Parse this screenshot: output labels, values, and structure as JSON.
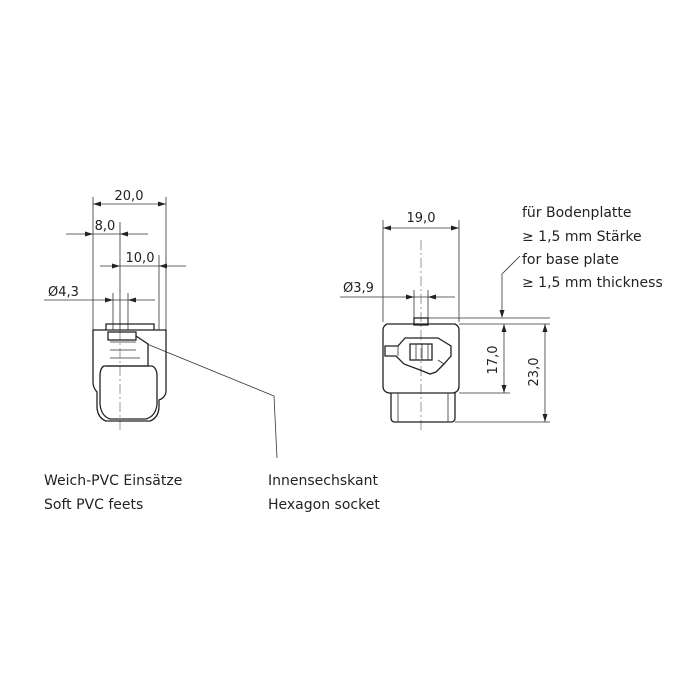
{
  "left_view": {
    "dim_overall": "20,0",
    "dim_a": "8,0",
    "dim_b": "10,0",
    "dim_hole": "Ø4,3"
  },
  "right_view": {
    "dim_overall": "19,0",
    "dim_hole": "Ø3,9",
    "dim_h1": "17,0",
    "dim_h2": "23,0"
  },
  "captions": {
    "pvc_de": "Weich-PVC Einsätze",
    "pvc_en": "Soft PVC feets",
    "socket_de": "Innensechskant",
    "socket_en": "Hexagon socket",
    "note_1": "für Bodenplatte",
    "note_2": "≥ 1,5 mm Stärke",
    "note_3": "for base plate",
    "note_4": "≥ 1,5 mm thickness"
  },
  "colors": {
    "line": "#222222",
    "hatch_pvc": "#555555",
    "hatch_metal": "#777777"
  }
}
